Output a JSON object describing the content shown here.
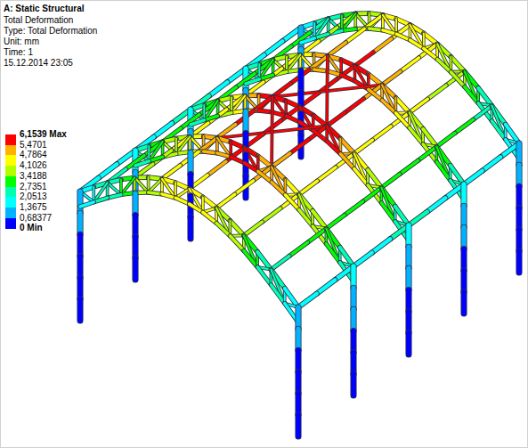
{
  "diagram": {
    "title": "A: Static Structural",
    "labels": [
      "Total Deformation",
      "Type: Total Deformation",
      "Unit: mm",
      "Time: 1",
      "15.12.2014 23:05",
      "0 Min"
    ],
    "legend": [
      {
        "text": "6,1539 Max",
        "color": "#ff0000"
      },
      {
        "text": "5,4701",
        "color": "#ffb200"
      },
      {
        "text": "4,7864",
        "color": "#ffff00"
      },
      {
        "text": "4,1026",
        "color": "#b2ff00"
      },
      {
        "text": "3,4188",
        "color": "#00ff00"
      },
      {
        "text": "2,7351",
        "color": "#00ffb2"
      },
      {
        "text": "2,0513",
        "color": "#00ffff"
      },
      {
        "text": "1,3675",
        "color": "#00b2ff"
      },
      {
        "text": "0,68377",
        "color": "#0000ff"
      }
    ]
  }
}
